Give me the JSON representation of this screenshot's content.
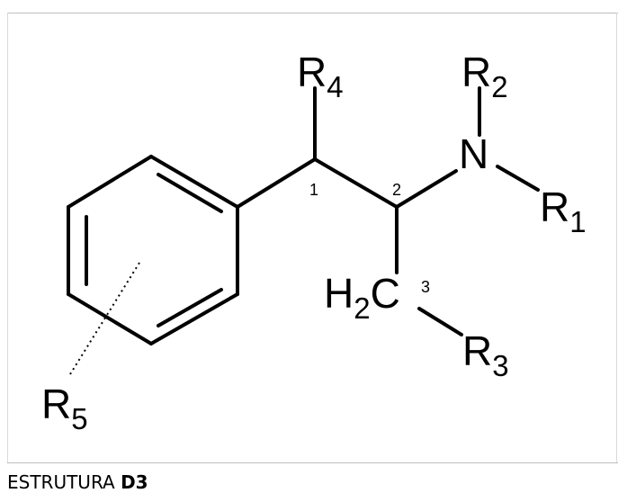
{
  "diagram": {
    "substituents": {
      "r1": "R",
      "r1_sub": "1",
      "r2": "R",
      "r2_sub": "2",
      "r3": "R",
      "r3_sub": "3",
      "r4": "R",
      "r4_sub": "4",
      "r5": "R",
      "r5_sub": "5"
    },
    "atoms": {
      "nitrogen": "N",
      "ch2_h": "H",
      "ch2_sub": "2",
      "ch2_c": "C"
    },
    "positions": {
      "p1": "1",
      "p2": "2",
      "p3": "3"
    }
  },
  "caption": {
    "prefix": "ESTRUTURA ",
    "code": "D3"
  }
}
